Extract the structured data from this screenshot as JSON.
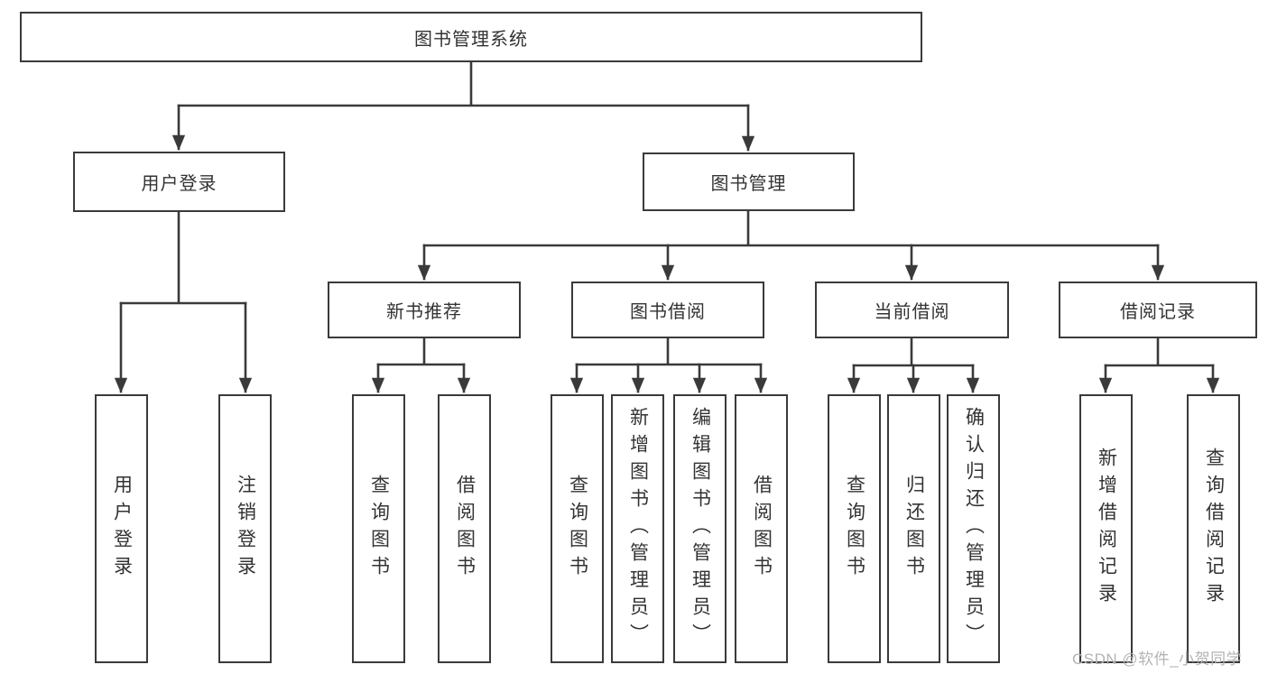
{
  "diagram": {
    "title": "图书管理系统",
    "branches": [
      {
        "label": "用户登录",
        "children": [
          "用户登录",
          "注销登录"
        ]
      },
      {
        "label": "图书管理",
        "sections": [
          {
            "label": "新书推荐",
            "children": [
              "查询图书",
              "借阅图书"
            ]
          },
          {
            "label": "图书借阅",
            "children": [
              "查询图书",
              "新增图书（管理员）",
              "编辑图书（管理员）",
              "借阅图书"
            ]
          },
          {
            "label": "当前借阅",
            "children": [
              "查询图书",
              "归还图书",
              "确认归还（管理员）"
            ]
          },
          {
            "label": "借阅记录",
            "children": [
              "新增借阅记录",
              "查询借阅记录"
            ]
          }
        ]
      }
    ],
    "watermark": "CSDN @软件_小贺同学",
    "colors": {
      "line": "#3a3a3a",
      "text": "#333333",
      "watermark": "#b3b3b3",
      "background": "#ffffff"
    }
  }
}
